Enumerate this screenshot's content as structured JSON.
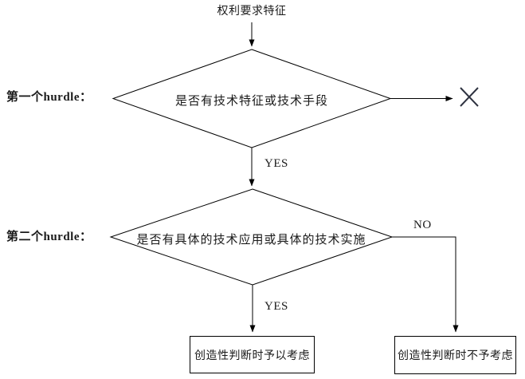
{
  "page": {
    "background": "#ffffff",
    "line_color": "#000000"
  },
  "flowchart": {
    "start_label": "权利要求特征",
    "hurdle1": {
      "label": "第一个hurdle：",
      "question": "是否有技术特征或技术手段",
      "yes_label": "YES"
    },
    "hurdle2": {
      "label": "第二个hurdle：",
      "question": "是否有具体的技术应用或具体的技术实施",
      "yes_label": "YES",
      "no_label": "NO"
    },
    "outcomes": {
      "considered": "创造性判断时予以考虑",
      "not_considered": "创造性判断时不予考虑"
    },
    "icons": {
      "reject": "x-mark"
    }
  }
}
